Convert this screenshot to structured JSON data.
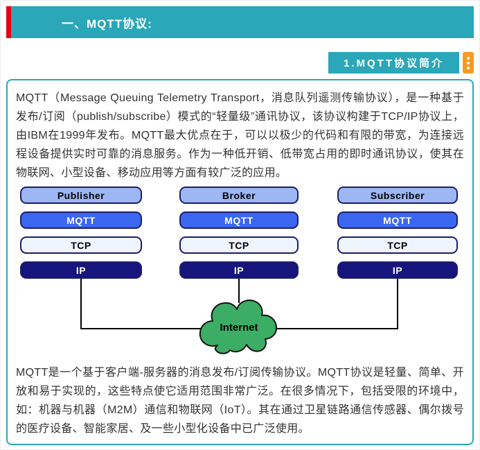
{
  "banner": {
    "title": "一、MQTT协议:"
  },
  "badge": {
    "label": "1.MQTT协议简介"
  },
  "paragraphs": {
    "intro": "MQTT（Message Queuing Telemetry Transport，消息队列遥测传输协议），是一种基于发布/订阅（publish/subscribe）模式的“轻量级”通讯协议，该协议构建于TCP/IP协议上，由IBM在1999年发布。MQTT最大优点在于，可以以极少的代码和有限的带宽，为连接远程设备提供实时可靠的消息服务。作为一种低开销、低带宽占用的即时通讯协议，使其在物联网、小型设备、移动应用等方面有较广泛的应用。",
    "outro": "MQTT是一个基于客户端-服务器的消息发布/订阅传输协议。MQTT协议是轻量、简单、开放和易于实现的，这些特点使它适用范围非常广泛。在很多情况下，包括受限的环境中，如：机器与机器（M2M）通信和物联网（IoT）。其在通过卫星链路通信传感器、偶尔拨号的医疗设备、智能家居、及一些小型化设备中已广泛使用。"
  },
  "diagram": {
    "columns": [
      {
        "role": "Publisher",
        "layers": [
          "MQTT",
          "TCP",
          "IP"
        ]
      },
      {
        "role": "Broker",
        "layers": [
          "MQTT",
          "TCP",
          "IP"
        ]
      },
      {
        "role": "Subscriber",
        "layers": [
          "MQTT",
          "TCP",
          "IP"
        ]
      }
    ],
    "cloud_label": "Internet"
  },
  "colors": {
    "accent_teal": "#2AA7B8",
    "red_stripe": "#E60012",
    "orange_handle": "#F59A23",
    "role_box": "#9DB6F4",
    "mqtt_box": "#3B67F0",
    "tcp_box": "#EFF5FF",
    "ip_box": "#15157D",
    "cloud_green": "#3BAD64"
  }
}
